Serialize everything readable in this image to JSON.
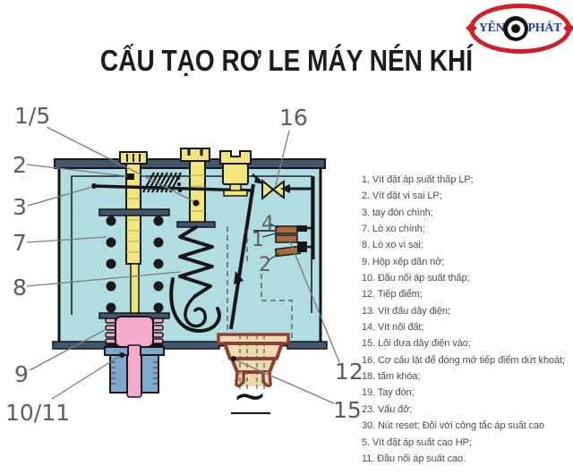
{
  "header": {
    "title": "CẤU TẠO RƠ LE MÁY NÉN KHÍ",
    "logo_left": "YÊN",
    "logo_right": "PHÁT"
  },
  "diagram": {
    "labels": {
      "l1_5": "1/5",
      "l2": "2",
      "l3": "3",
      "l7": "7",
      "l8": "8",
      "l9": "9",
      "l10_11": "10/11",
      "l16": "16",
      "l12": "12",
      "l15": "15",
      "l4_in": "4",
      "l1_in": "1",
      "l2_in": "2",
      "ac_symbol": "~"
    },
    "colors": {
      "housing_fill": "#b2dde0",
      "housing_bar": "#43566a",
      "screw_yellow": "#f1e47c",
      "bellows_pink": "#f3a9c7",
      "connector_blue": "#7ea8cc",
      "gland_fill": "#eedbb0",
      "gland_border": "#8e4034",
      "contact_brown": "#ad6a3e",
      "callout_gray": "#5d5d5d",
      "logo_red": "#d01f28",
      "logo_blue": "#26409c"
    }
  },
  "legend": {
    "items": [
      "1. Vít đặt áp suất thấp LP;",
      "2. Vít đặt vi sai LP;",
      "3. tay đòn chính;",
      "7. Lò xo chính;",
      "8. Lò xo vi sai;",
      "9. Hộp xếp dãn nở;",
      "10. Đầu nối áp suất thấp;",
      "12. Tiếp điểm;",
      "13. Vít đấu dây điện;",
      "14. Vít nối đất;",
      "15. Lối đưa dây điện vào;",
      "16. Cơ cấu lật để đóng mở tiếp điểm dứt khoát;",
      "18. tấm khóa;",
      "19. Tay đòn;",
      "23. Vấu đỡ;",
      "30. Nút reset; Đối với công tắc áp suất cao",
      "5. Vít đặt áp suất cao HP;",
      "11. Đầu nối áp suất cao."
    ]
  }
}
